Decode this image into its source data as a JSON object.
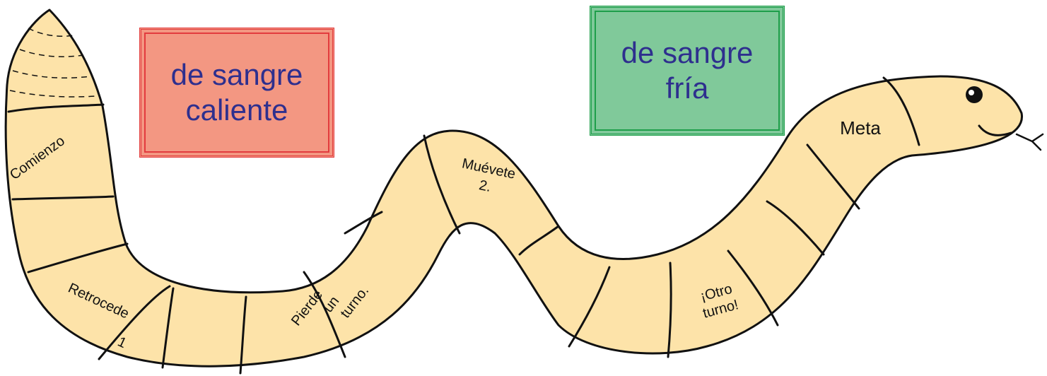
{
  "cards": {
    "warm": {
      "line1": "de sangre",
      "line2": "caliente",
      "fill": "#f39782",
      "border": "#e23b3e",
      "text_color": "#2e2f8e"
    },
    "cold": {
      "line1": "de sangre",
      "line2": "fría",
      "fill": "#80c99a",
      "border": "#1e9e4a",
      "text_color": "#2e2f8e"
    }
  },
  "snake": {
    "body_color": "#fde3a9",
    "outline_color": "#111111",
    "spaces": {
      "start": "Comienzo",
      "back_1": "Retrocede",
      "back_2": "1",
      "lose_1": "Pierde",
      "lose_2": "un",
      "lose_3": "turno.",
      "move_1": "Muévete",
      "move_2": "2.",
      "again_1": "¡Otro",
      "again_2": "turno!",
      "goal": "Meta"
    }
  }
}
